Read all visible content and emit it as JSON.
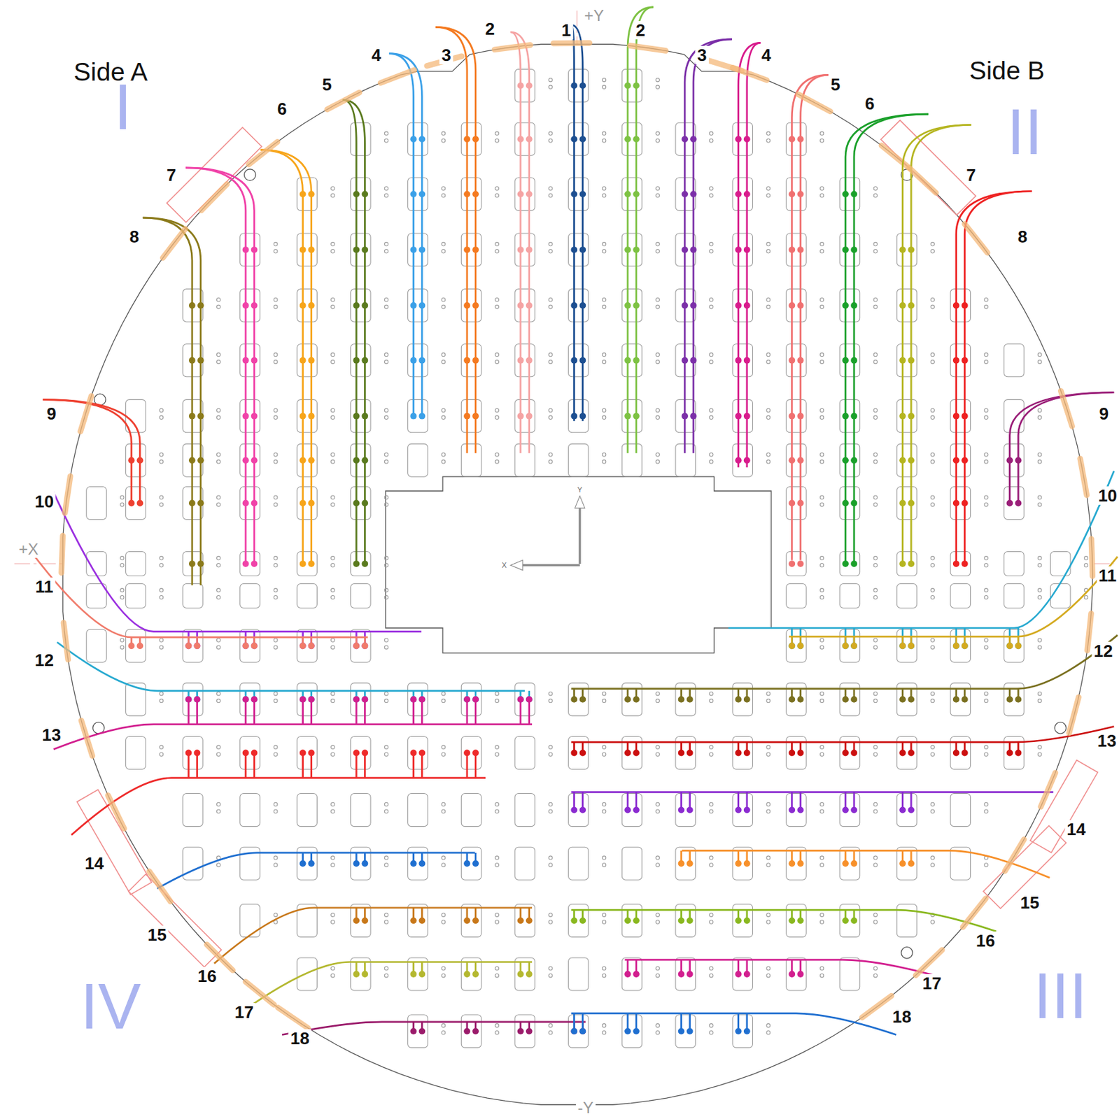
{
  "diagram": {
    "labels": [
      "Side A",
      "Side B",
      "+Y",
      "-Y",
      "+X",
      "Y",
      "X",
      "1",
      "2",
      "2",
      "3",
      "3",
      "4",
      "4",
      "5",
      "5",
      "6",
      "6",
      "7",
      "7",
      "8",
      "8",
      "9",
      "9",
      "10",
      "10",
      "11",
      "11",
      "12",
      "12",
      "13",
      "13",
      "14",
      "14",
      "15",
      "15",
      "16",
      "16",
      "17",
      "17",
      "18",
      "18",
      "I",
      "II",
      "III",
      "IV"
    ]
  }
}
